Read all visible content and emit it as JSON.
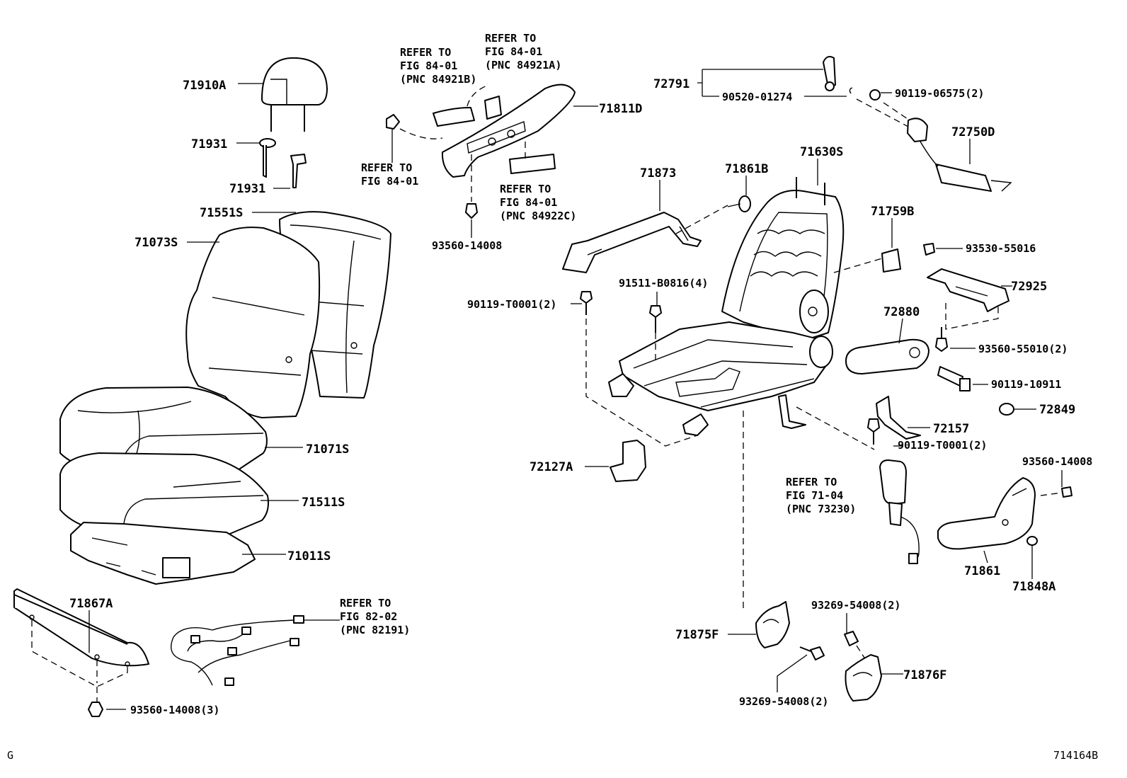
{
  "parts": {
    "p71910A": "71910A",
    "p71931a": "71931",
    "p71931b": "71931",
    "p71551S": "71551S",
    "p71073S": "71073S",
    "p71071S": "71071S",
    "p71511S": "71511S",
    "p71011S": "71011S",
    "p71867A": "71867A",
    "p93560_14008_3": "93560-14008(3)",
    "p71811D": "71811D",
    "p93560_14008_a": "93560-14008",
    "p72791": "72791",
    "p90520_01274": "90520-01274",
    "p90119_06575": "90119-06575(2)",
    "p72750D": "72750D",
    "p71873": "71873",
    "p71861B": "71861B",
    "p71630S": "71630S",
    "p71759B": "71759B",
    "p93530_55016": "93530-55016",
    "p72925": "72925",
    "p91511_B0816": "91511-B0816(4)",
    "p90119_T0001_a": "90119-T0001(2)",
    "p72880": "72880",
    "p93560_55010": "93560-55010(2)",
    "p90119_10911": "90119-10911",
    "p72849": "72849",
    "p72157": "72157",
    "p90119_T0001_b": "90119-T0001(2)",
    "p72127A": "72127A",
    "p93560_14008_b": "93560-14008",
    "p71861": "71861",
    "p71848A": "71848A",
    "p93269_54008_a": "93269-54008(2)",
    "p71875F": "71875F",
    "p71876F": "71876F",
    "p93269_54008_b": "93269-54008(2)"
  },
  "refs": {
    "r1": [
      "REFER TO",
      "FIG 84-01",
      "(PNC 84921B)"
    ],
    "r2": [
      "REFER TO",
      "FIG 84-01",
      "(PNC 84921A)"
    ],
    "r3": [
      "REFER TO",
      "FIG 84-01"
    ],
    "r4": [
      "REFER TO",
      "FIG 84-01",
      "(PNC 84922C)"
    ],
    "r5": [
      "REFER TO",
      "FIG 71-04",
      "(PNC 73230)"
    ],
    "r6": [
      "REFER TO",
      "FIG 82-02",
      "(PNC 82191)"
    ]
  },
  "corner": {
    "left": "G",
    "right": "714164B"
  }
}
